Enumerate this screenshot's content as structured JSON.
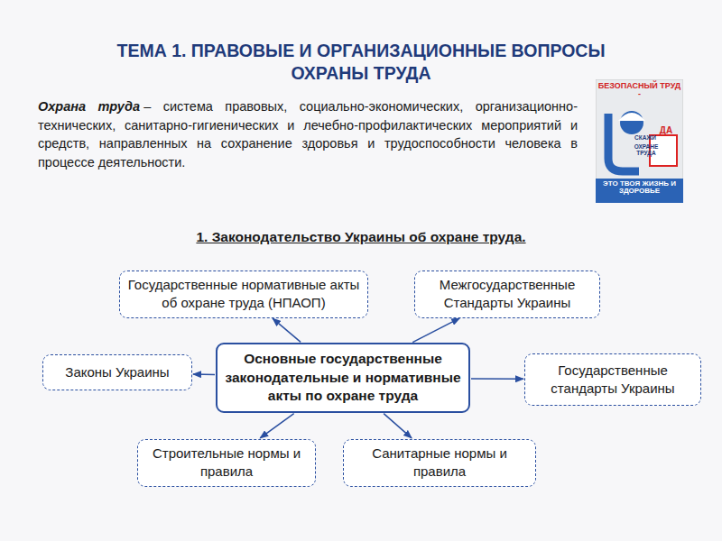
{
  "diagram": {
    "title": "ТЕМА 1. ПРАВОВЫЕ И ОРГАНИЗАЦИОННЫЕ ВОПРОСЫ ОХРАНЫ ТРУДА",
    "nodes": [
      {
        "text": [
          "Государственные нормативные акты об охране труда (НПАОП)"
        ]
      },
      {
        "text": [
          "Межгосударственные Стандарты Украины"
        ]
      },
      {
        "text": [
          "Законы Украины"
        ]
      },
      {
        "text": [
          "Основные государственные законодательные и нормативные акты по охране труда"
        ]
      },
      {
        "text": [
          "Государственные стандарты Украины"
        ]
      },
      {
        "text": [
          "Строительные нормы и правила"
        ]
      },
      {
        "text": [
          "Санитарные нормы и правила"
        ]
      }
    ],
    "edges": [
      {
        "from": 3,
        "to": 0,
        "arrow": "to"
      },
      {
        "from": 3,
        "to": 1,
        "arrow": "to"
      },
      {
        "from": 3,
        "to": 2,
        "arrow": "to"
      },
      {
        "from": 3,
        "to": 4,
        "arrow": "to"
      },
      {
        "from": 3,
        "to": 5,
        "arrow": "to"
      },
      {
        "from": 3,
        "to": 6,
        "arrow": "to"
      }
    ],
    "labels": [
      "Охрана труда",
      "– система правовых, социально-экономических, организационно-технических, санитарно-гигиенических и лечебно-профилактических мероприятий и средств, направленных на сохранение здоровья и трудоспособности человека в процессе деятельности.",
      "1. Законодательство Украины об охране труда.",
      "БЕЗОПАСНЫЙ ТРУД -",
      "СКАЖИ",
      "ДА",
      "ОХРАНЕ ТРУДА",
      "ЭТО ТВОЯ ЖИЗНЬ И ЗДОРОВЬЕ"
    ]
  }
}
